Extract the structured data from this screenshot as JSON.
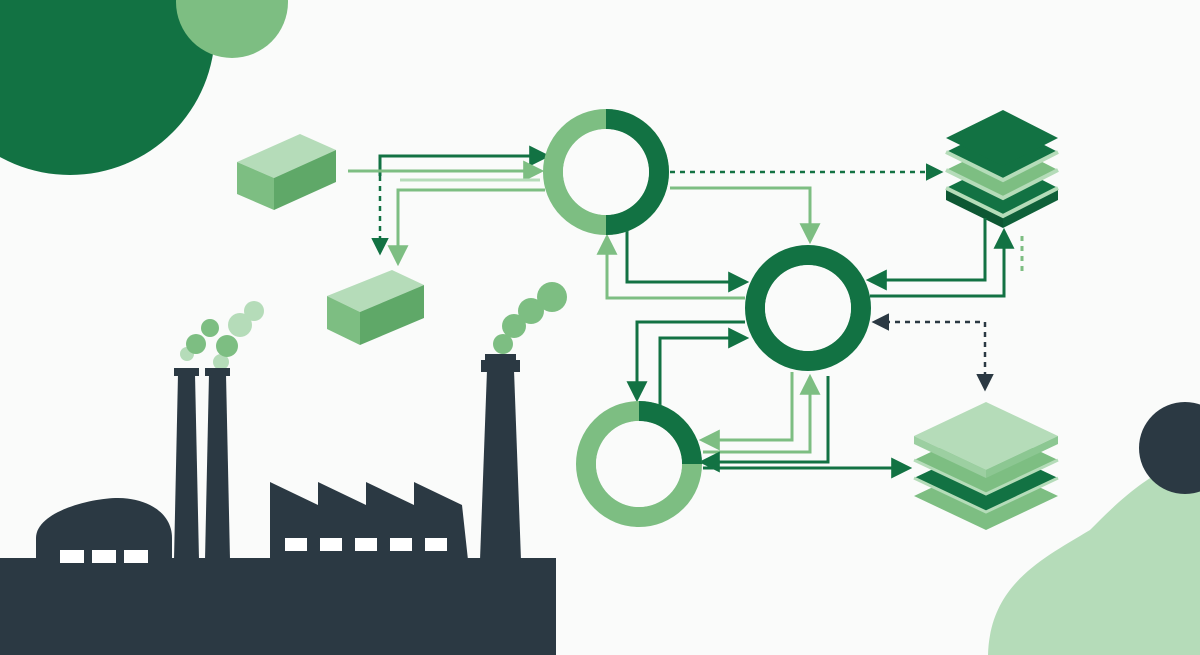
{
  "colors": {
    "background": "#fafbfa",
    "dark_green": "#127243",
    "mid_green": "#7dbe82",
    "light_green": "#b5dcb9",
    "charcoal": "#2b3943",
    "window": "#ffffff"
  },
  "elements": {
    "decor": [
      "top-left-green-blob",
      "top-left-light-circle",
      "right-charcoal-dot",
      "bottom-right-light-blob"
    ],
    "factory": [
      "chimney-left",
      "chimney-middle",
      "chimney-right",
      "smoke-puffs",
      "sawtooth-roof-building",
      "domed-building",
      "factory-windows"
    ],
    "blocks": [
      "block-top-left",
      "block-middle-left"
    ],
    "process_nodes": [
      "node-top",
      "node-center",
      "node-bottom-left"
    ],
    "stacks": [
      "layer-stack-top-right",
      "layer-stack-bottom-right"
    ]
  },
  "connector_styles": [
    "solid-dark",
    "solid-light",
    "dashed-dark",
    "dashed-green"
  ]
}
